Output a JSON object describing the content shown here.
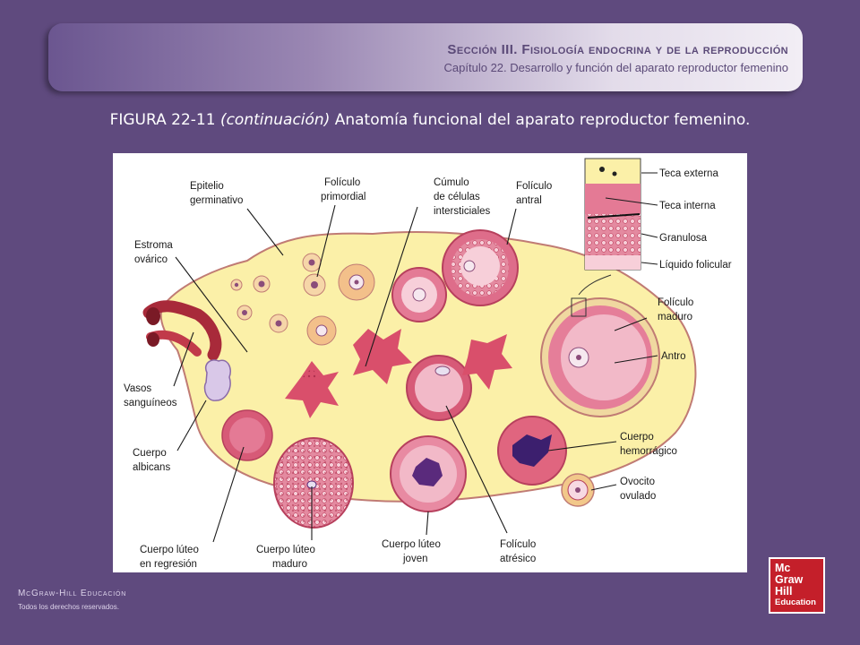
{
  "header": {
    "section_title": "Sección III.  Fisiología endocrina y de la reproducción",
    "chapter_subtitle": "Capítulo 22.  Desarrollo y función del aparato reproductor femenino"
  },
  "caption": {
    "figure_number": "FIGURA 22-11",
    "continuation": "(continuación)",
    "title": "Anatomía funcional del aparato reproductor femenino."
  },
  "diagram": {
    "labels": {
      "epitelio_1": "Epitelio",
      "epitelio_2": "germinativo",
      "primordial_1": "Folículo",
      "primordial_2": "primordial",
      "cumulo_1": "Cúmulo",
      "cumulo_2": "de células",
      "cumulo_3": "intersticiales",
      "antral_1": "Folículo",
      "antral_2": "antral",
      "estroma_1": "Estroma",
      "estroma_2": "ovárico",
      "teca_externa": "Teca externa",
      "teca_interna": "Teca interna",
      "granulosa": "Granulosa",
      "liquido": "Líquido folicular",
      "maduro_1": "Folículo",
      "maduro_2": "maduro",
      "antro": "Antro",
      "vasos_1": "Vasos",
      "vasos_2": "sanguíneos",
      "albicans_1": "Cuerpo",
      "albicans_2": "albicans",
      "hemorragico_1": "Cuerpo",
      "hemorragico_2": "hemorrágico",
      "ovocito_1": "Ovocito",
      "ovocito_2": "ovulado",
      "regresion_1": "Cuerpo lúteo",
      "regresion_2": "en regresión",
      "luteo_maduro_1": "Cuerpo lúteo",
      "luteo_maduro_2": "maduro",
      "joven_1": "Cuerpo lúteo",
      "joven_2": "joven",
      "atresico_1": "Folículo",
      "atresico_2": "atrésico"
    }
  },
  "footer": {
    "publisher": "McGraw-Hill Educación",
    "rights": "Todos los derechos reservados.",
    "logo_line1": "Mc",
    "logo_line2": "Graw",
    "logo_line3": "Hill",
    "logo_line4": "Education"
  },
  "colors": {
    "background": "#5f4a7e",
    "stroma": "#fbf0a8",
    "follicle_pink": "#f2b9c8",
    "tissue_red": "#d9506a",
    "logo_red": "#c41f2a"
  }
}
